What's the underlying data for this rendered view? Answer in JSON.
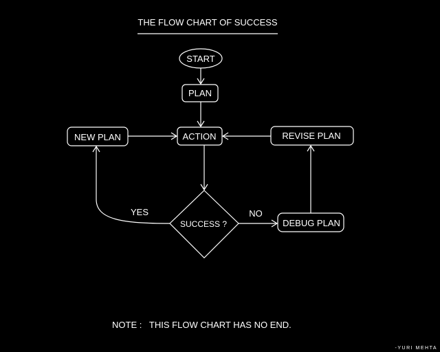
{
  "title": "THE FLOW CHART OF SUCCESS",
  "nodes": {
    "start": "START",
    "plan": "PLAN",
    "action": "ACTION",
    "new_plan": "NEW PLAN",
    "revise_plan": "REVISE PLAN",
    "success": "SUCCESS ?",
    "debug_plan": "DEBUG PLAN"
  },
  "edge_labels": {
    "yes": "YES",
    "no": "NO"
  },
  "note": "NOTE :   THIS FLOW CHART HAS NO END.",
  "signature": "-YURI MEHTA",
  "colors": {
    "background": "#000000",
    "foreground": "#ffffff"
  }
}
